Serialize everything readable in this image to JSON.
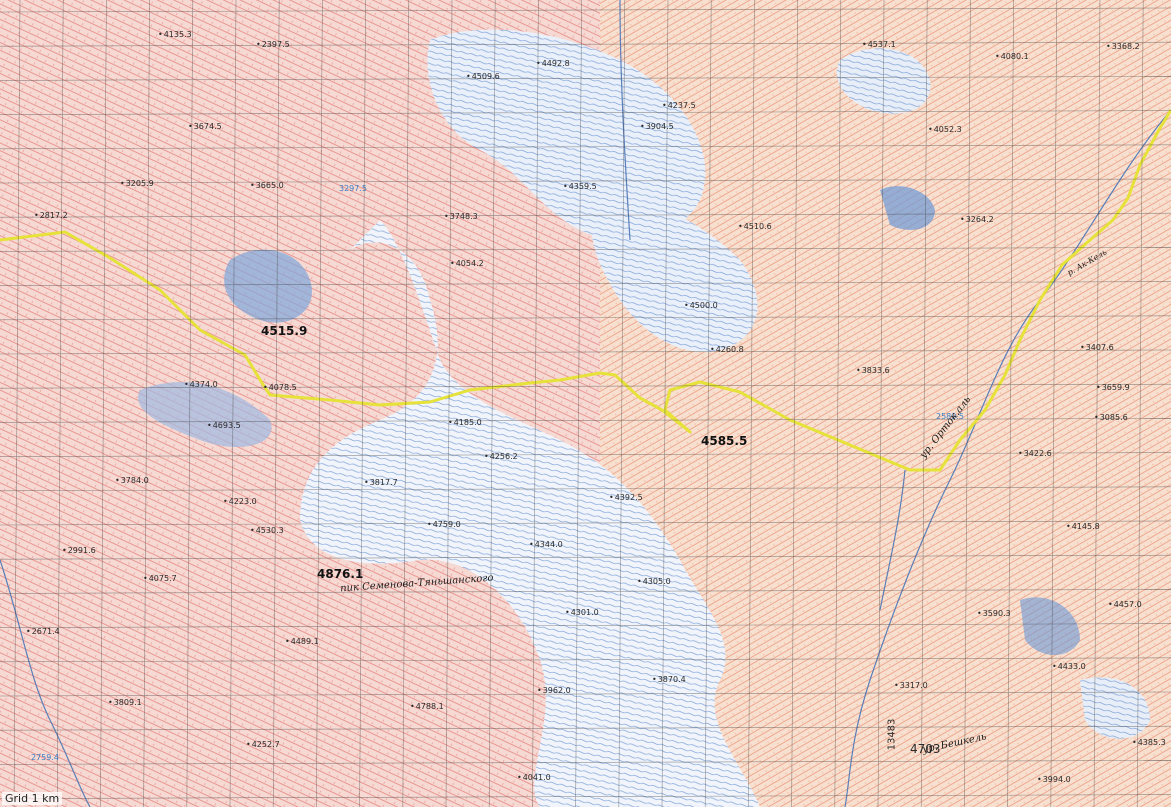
{
  "map": {
    "grid_label": "Grid 1 km",
    "route_color": "#e6e23a",
    "relief_color": "#d9413c",
    "glacier_color": "#3a6fc0",
    "grid_color": "#3b3b3b"
  },
  "elevations": [
    {
      "id": "e1",
      "text": "2397.5"
    },
    {
      "id": "e2",
      "text": "4135.3"
    },
    {
      "id": "e3",
      "text": "3674.5"
    },
    {
      "id": "e4",
      "text": "4509.6"
    },
    {
      "id": "e5",
      "text": "4492.8"
    },
    {
      "id": "e6",
      "text": "4537.1"
    },
    {
      "id": "e7",
      "text": "4080.1"
    },
    {
      "id": "e8",
      "text": "3368.2"
    },
    {
      "id": "e9",
      "text": "3205.9"
    },
    {
      "id": "e10",
      "text": "3665.0"
    },
    {
      "id": "e11",
      "text": "3297.5"
    },
    {
      "id": "e12",
      "text": "3904.5"
    },
    {
      "id": "e13",
      "text": "4237.5"
    },
    {
      "id": "e14",
      "text": "4052.3"
    },
    {
      "id": "e15",
      "text": "2817.2"
    },
    {
      "id": "e16",
      "text": "3748.3"
    },
    {
      "id": "e17",
      "text": "4359.5"
    },
    {
      "id": "e18",
      "text": "4510.6"
    },
    {
      "id": "e19",
      "text": "3264.2"
    },
    {
      "id": "e20",
      "text": "3422.6"
    },
    {
      "id": "e21",
      "text": "4515.9"
    },
    {
      "id": "e22",
      "text": "4054.2"
    },
    {
      "id": "e23",
      "text": "4500.0"
    },
    {
      "id": "e24",
      "text": "4260.8"
    },
    {
      "id": "e25",
      "text": "3833.6"
    },
    {
      "id": "e26",
      "text": "3659.9"
    },
    {
      "id": "e27",
      "text": "4374.0"
    },
    {
      "id": "e28",
      "text": "4078.5"
    },
    {
      "id": "e29",
      "text": "4693.5"
    },
    {
      "id": "e30",
      "text": "4185.0"
    },
    {
      "id": "e31",
      "text": "4585.5"
    },
    {
      "id": "e32",
      "text": "4256.2"
    },
    {
      "id": "e33",
      "text": "3784.0"
    },
    {
      "id": "e34",
      "text": "3817.7"
    },
    {
      "id": "e35",
      "text": "4223.0"
    },
    {
      "id": "e36",
      "text": "4392.5"
    },
    {
      "id": "e37",
      "text": "4530.3"
    },
    {
      "id": "e38",
      "text": "4759.0"
    },
    {
      "id": "e39",
      "text": "4344.0"
    },
    {
      "id": "e40",
      "text": "2991.6"
    },
    {
      "id": "e41",
      "text": "4075.7"
    },
    {
      "id": "e42",
      "text": "4876.1"
    },
    {
      "id": "e43",
      "text": "4305.0"
    },
    {
      "id": "e44",
      "text": "4145.8"
    },
    {
      "id": "e45",
      "text": "4301.0"
    },
    {
      "id": "e46",
      "text": "2671.4"
    },
    {
      "id": "e47",
      "text": "3590.3"
    },
    {
      "id": "e48",
      "text": "4457.0"
    },
    {
      "id": "e49",
      "text": "4489.1"
    },
    {
      "id": "e50",
      "text": "3870.4"
    },
    {
      "id": "e51",
      "text": "4433.0"
    },
    {
      "id": "e52",
      "text": "3962.0"
    },
    {
      "id": "e53",
      "text": "3317.0"
    },
    {
      "id": "e54",
      "text": "3809.1"
    },
    {
      "id": "e55",
      "text": "4788.1"
    },
    {
      "id": "e56",
      "text": "4385.3"
    },
    {
      "id": "e57",
      "text": "4252.7"
    },
    {
      "id": "e58",
      "text": "13483"
    },
    {
      "id": "e59",
      "text": "4703"
    },
    {
      "id": "e60",
      "text": "4041.0"
    },
    {
      "id": "e61",
      "text": "3994.0"
    },
    {
      "id": "e62",
      "text": "2589.5"
    },
    {
      "id": "e63",
      "text": "2759.4"
    },
    {
      "id": "e64",
      "text": "3085.6"
    },
    {
      "id": "e65",
      "text": "3407.6"
    }
  ],
  "places": [
    {
      "id": "p1",
      "text": "пик Семенова-Тяньшанского"
    },
    {
      "id": "p2",
      "text": "ур. Орток.аль"
    },
    {
      "id": "p3",
      "text": "ур. Бешкель"
    },
    {
      "id": "p4",
      "text": "р. Ак-Кель"
    }
  ]
}
